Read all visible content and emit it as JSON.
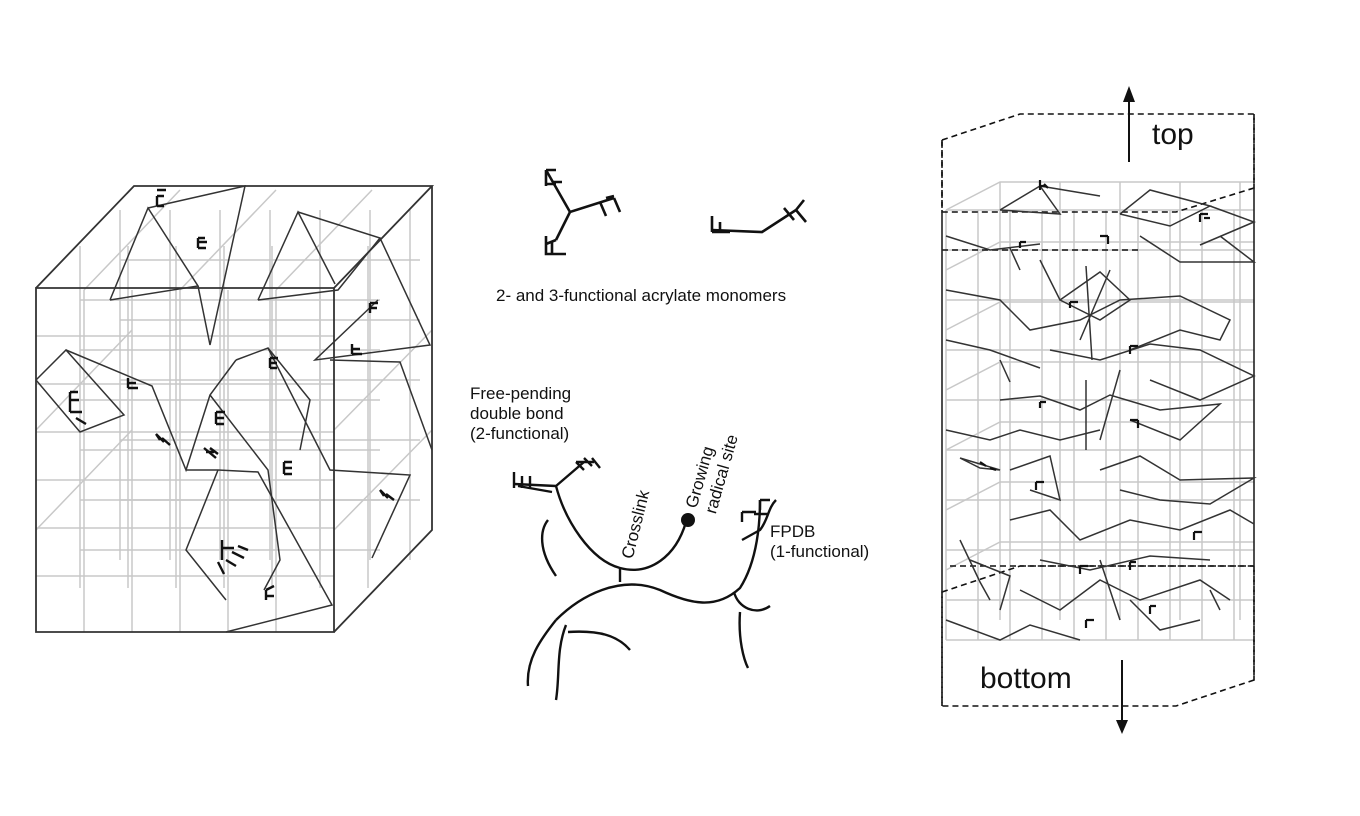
{
  "monomers": {
    "caption": "2- and 3-functional acrylate monomers"
  },
  "network": {
    "free_pending": [
      "Free-pending",
      "double bond",
      "(2-functional)"
    ],
    "crosslink": "Crosslink",
    "growing": [
      "Growing",
      "radical site"
    ],
    "fpdb": [
      "FPDB",
      "(1-functional)"
    ]
  },
  "layered": {
    "top": "top",
    "bottom": "bottom"
  }
}
